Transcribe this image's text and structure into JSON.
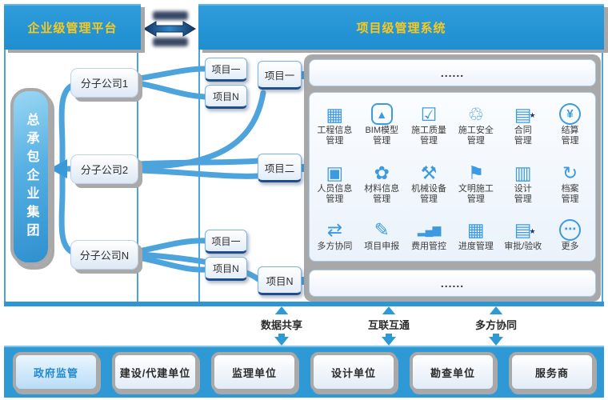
{
  "headers": {
    "left": "企业级管理平台",
    "right": "项目级管理系统"
  },
  "left_panel": {
    "group": "总承包企业集团",
    "subsidiaries": [
      {
        "label": "分子公司1"
      },
      {
        "label": "分子公司2"
      },
      {
        "label": "分子公司N"
      }
    ]
  },
  "projects": {
    "pair_top": [
      {
        "label": "项目一"
      },
      {
        "label": "项目N"
      }
    ],
    "pair_bottom": [
      {
        "label": "项目一"
      },
      {
        "label": "项目N"
      }
    ],
    "level2": [
      {
        "label": "项目一"
      },
      {
        "label": "项目二"
      },
      {
        "label": "项目N"
      }
    ]
  },
  "system": {
    "top_band": "......",
    "bottom_band": "......",
    "modules": [
      {
        "icon": "calendar-icon",
        "lines": [
          "工程信息",
          "管理"
        ]
      },
      {
        "icon": "bim-model-icon",
        "lines": [
          "BIM模型",
          "管理"
        ]
      },
      {
        "icon": "quality-clipboard-icon",
        "lines": [
          "施工质量",
          "管理"
        ]
      },
      {
        "icon": "safety-recycle-icon",
        "lines": [
          "施工安全",
          "管理"
        ]
      },
      {
        "icon": "contract-doc-icon",
        "lines": [
          "合同",
          "管理"
        ]
      },
      {
        "icon": "settlement-moneybag-icon",
        "lines": [
          "结算",
          "管理"
        ]
      },
      {
        "icon": "personnel-card-icon",
        "lines": [
          "人员信息",
          "管理"
        ]
      },
      {
        "icon": "materials-icon",
        "lines": [
          "材料信息",
          "管理"
        ]
      },
      {
        "icon": "equipment-icon",
        "lines": [
          "机械设备",
          "管理"
        ]
      },
      {
        "icon": "site-pin-icon",
        "lines": [
          "文明施工",
          "管理"
        ]
      },
      {
        "icon": "design-doc-icon",
        "lines": [
          "设计",
          "管理"
        ]
      },
      {
        "icon": "archive-sync-icon",
        "lines": [
          "档案",
          "管理"
        ]
      },
      {
        "icon": "collaboration-icon",
        "lines": [
          "多方协同"
        ]
      },
      {
        "icon": "declaration-icon",
        "lines": [
          "项目申报"
        ]
      },
      {
        "icon": "cost-control-icon",
        "lines": [
          "费用管控"
        ]
      },
      {
        "icon": "schedule-icon",
        "lines": [
          "进度管理"
        ]
      },
      {
        "icon": "approval-icon",
        "lines": [
          "审批/验收"
        ]
      },
      {
        "icon": "more-icon",
        "lines": [
          "更多"
        ]
      }
    ]
  },
  "links": [
    {
      "label": "数据共享"
    },
    {
      "label": "互联互通"
    },
    {
      "label": "多方协同"
    }
  ],
  "stakeholders": [
    {
      "label": "政府监管",
      "highlight": true
    },
    {
      "label": "建设/代建单位",
      "highlight": false
    },
    {
      "label": "监理单位",
      "highlight": false
    },
    {
      "label": "设计单位",
      "highlight": false
    },
    {
      "label": "勘查单位",
      "highlight": false
    },
    {
      "label": "服务商",
      "highlight": false
    }
  ],
  "colors": {
    "accent": "#2191d0",
    "icon_blue": "#3d9ae0",
    "header_text": "#f7c91f",
    "line_blue": "#3a9ad9"
  }
}
